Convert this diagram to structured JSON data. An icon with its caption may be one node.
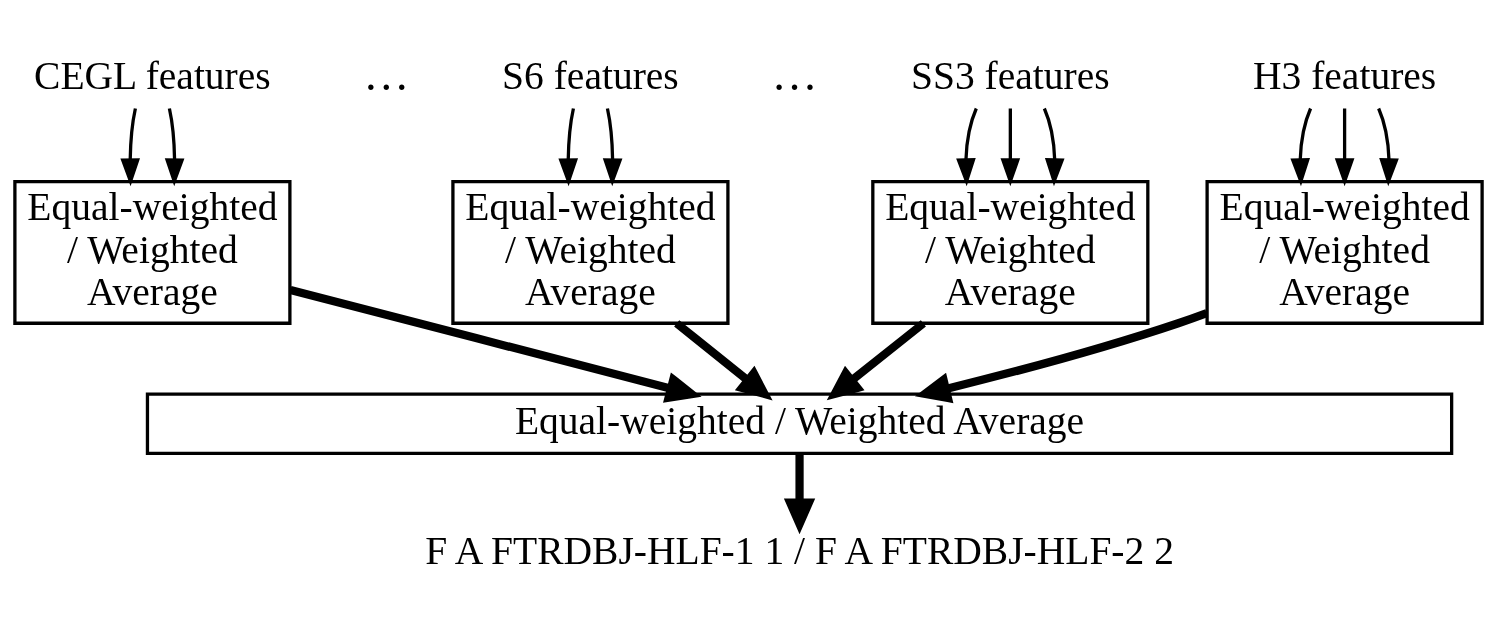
{
  "diagram": {
    "nodes": [
      {
        "text": [
          "CEGL features"
        ]
      },
      {
        "text": [
          "S6 features"
        ]
      },
      {
        "text": [
          "SS3 features"
        ]
      },
      {
        "text": [
          "H3 features"
        ]
      },
      {
        "text": [
          "Equal-weighted / Weighted Average"
        ]
      },
      {
        "text": [
          "Equal-weighted / Weighted Average"
        ]
      },
      {
        "text": [
          "Equal-weighted / Weighted Average"
        ]
      },
      {
        "text": [
          "Equal-weighted / Weighted Average"
        ]
      },
      {
        "text": [
          "Equal-weighted / Weighted Average"
        ]
      },
      {
        "text": [
          "F A FTRDBJ-HLF-1 1 / F A FTRDBJ-HLF-2 2"
        ]
      }
    ],
    "edges": [
      {
        "from": 0,
        "to": 4,
        "arrow": "to"
      },
      {
        "from": 0,
        "to": 4,
        "arrow": "to"
      },
      {
        "from": 1,
        "to": 5,
        "arrow": "to"
      },
      {
        "from": 1,
        "to": 5,
        "arrow": "to"
      },
      {
        "from": 2,
        "to": 6,
        "arrow": "to"
      },
      {
        "from": 2,
        "to": 6,
        "arrow": "to"
      },
      {
        "from": 2,
        "to": 6,
        "arrow": "to"
      },
      {
        "from": 3,
        "to": 7,
        "arrow": "to"
      },
      {
        "from": 3,
        "to": 7,
        "arrow": "to"
      },
      {
        "from": 3,
        "to": 7,
        "arrow": "to"
      },
      {
        "from": 4,
        "to": 8,
        "arrow": "to",
        "style": "thick"
      },
      {
        "from": 5,
        "to": 8,
        "arrow": "to",
        "style": "thick"
      },
      {
        "from": 6,
        "to": 8,
        "arrow": "to",
        "style": "thick"
      },
      {
        "from": 7,
        "to": 8,
        "arrow": "to",
        "style": "thick"
      },
      {
        "from": 8,
        "to": 9,
        "arrow": "to",
        "style": "thick"
      }
    ],
    "labels": [
      "…",
      "…"
    ]
  }
}
